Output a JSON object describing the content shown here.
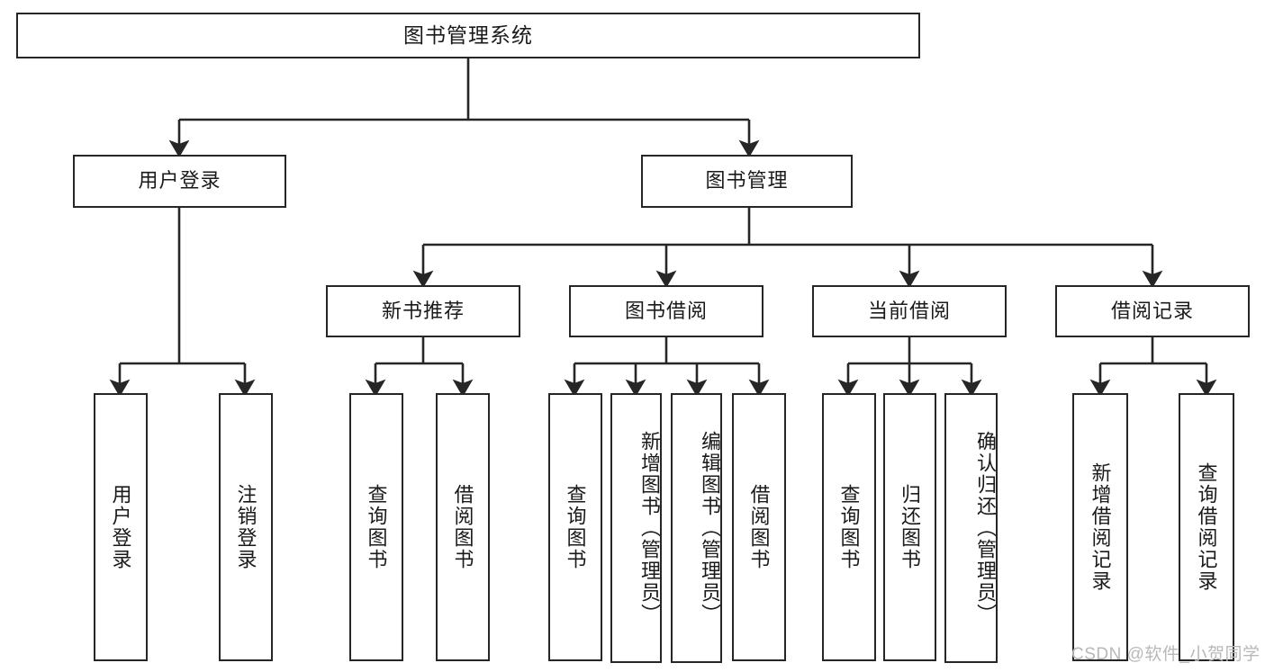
{
  "diagram": {
    "title": "图书管理系统",
    "root": {
      "label": "图书管理系统"
    },
    "level2": [
      {
        "label": "用户登录"
      },
      {
        "label": "图书管理"
      }
    ],
    "level3": [
      {
        "label": "新书推荐"
      },
      {
        "label": "图书借阅"
      },
      {
        "label": "当前借阅"
      },
      {
        "label": "借阅记录"
      }
    ],
    "leaves": {
      "user_login": [
        {
          "label": "用户登录"
        },
        {
          "label": "注销登录"
        }
      ],
      "new_book": [
        {
          "label": "查询图书"
        },
        {
          "label": "借阅图书"
        }
      ],
      "book_borrow": [
        {
          "label": "查询图书"
        },
        {
          "label": "新增图书（管理员）"
        },
        {
          "label": "编辑图书（管理员）"
        },
        {
          "label": "借阅图书"
        }
      ],
      "current_borrow": [
        {
          "label": "查询图书"
        },
        {
          "label": "归还图书"
        },
        {
          "label": "确认归还（管理员）"
        }
      ],
      "borrow_record": [
        {
          "label": "新增借阅记录"
        },
        {
          "label": "查询借阅记录"
        }
      ]
    },
    "watermark": "CSDN @软件_小贺同学",
    "colors": {
      "stroke": "#262626",
      "background": "#ffffff",
      "text": "#1a1a1a",
      "watermark": "#b8b8b8"
    }
  }
}
